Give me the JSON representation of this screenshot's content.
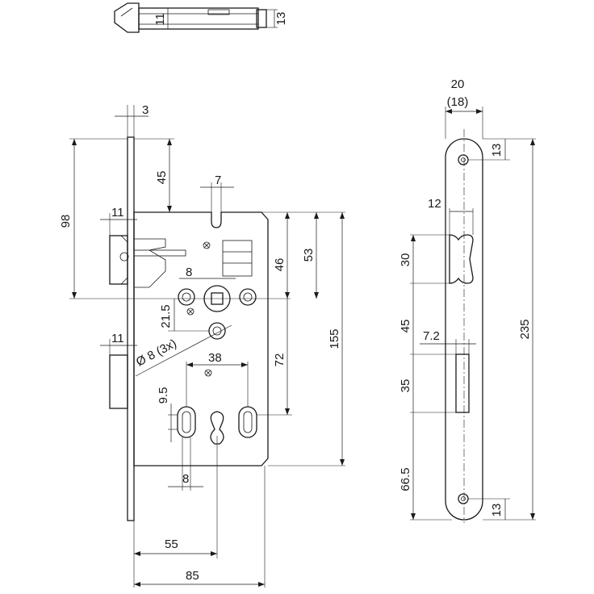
{
  "top_view": {
    "dim_width": "11",
    "dim_height": "13"
  },
  "front_view": {
    "dim_faceplate_thickness": "3",
    "dim_backset_to_follower": "98",
    "dim_top_to_case": "45",
    "dim_slot_width": "7",
    "dim_latch_projection": "11",
    "dim_bolt_projection": "11",
    "dim_spindle_square": "8",
    "dim_follower_to_top": "46",
    "dim_follower_upper": "53",
    "dim_case_height": "155",
    "dim_fixing_offset": "21.5",
    "dim_fixing_holes": "Ø 8 (3x)",
    "dim_hole_spacing": "38",
    "dim_distance_72": "72",
    "dim_slot_height": "9.5",
    "dim_slot_width_lower": "8",
    "dim_backset": "55",
    "dim_case_depth": "85"
  },
  "side_view": {
    "dim_plate_width": "20",
    "dim_plate_width_alt": "(18)",
    "dim_top_hole": "13",
    "dim_latch_width": "12",
    "dim_latch_height": "30",
    "dim_latch_to_bolt": "45",
    "dim_bolt_width": "7.2",
    "dim_bolt_height": "35",
    "dim_bolt_to_bottom": "66.5",
    "dim_plate_length": "235",
    "dim_bottom_hole": "13"
  }
}
